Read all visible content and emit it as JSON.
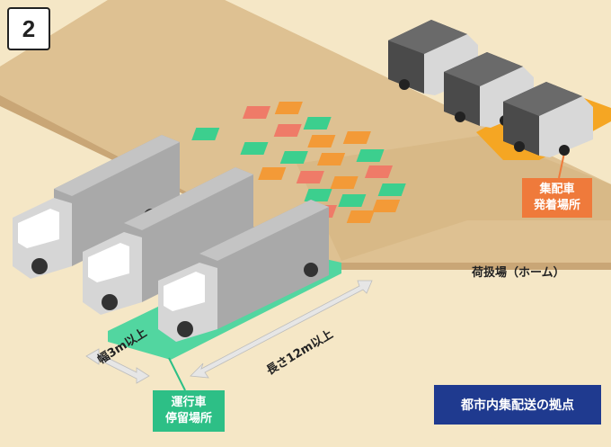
{
  "figure_number": "2",
  "labels": {
    "pickup_area_line1": "集配車",
    "pickup_area_line2": "発着場所",
    "loading_dock": "荷扱場（ホーム）",
    "truck_parking_line1": "運行車",
    "truck_parking_line2": "停留場所",
    "width_dimension": "幅3m以上",
    "length_dimension": "長さ12m以上",
    "facility_title": "都市内集配送の拠点"
  },
  "colors": {
    "floor": "#dec192",
    "floor_edge": "#c9a676",
    "road": "#f5e7c6",
    "pickup_area": "#f5a623",
    "pickup_tag": "#ef7a3b",
    "parking_area": "#52d6a0",
    "parking_tag": "#2dbf86",
    "title_box": "#1f3a8f",
    "truck_body": "#a9a9a9",
    "small_truck": "#4a4a4a",
    "package_orange": "#f39a37",
    "package_red": "#ef7b68",
    "package_green": "#3ccf8e"
  }
}
